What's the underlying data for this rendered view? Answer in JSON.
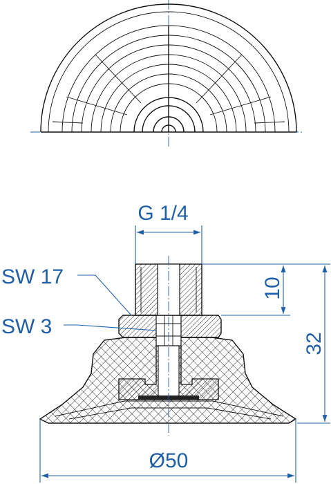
{
  "labels": {
    "thread": "G 1/4",
    "sw17": "SW 17",
    "sw3": "SW 3",
    "dim_10": "10",
    "dim_32": "32",
    "diameter": "Ø50"
  },
  "colors": {
    "dimension": "#1f5fa8",
    "outline": "#111111",
    "background": "#ffffff"
  }
}
